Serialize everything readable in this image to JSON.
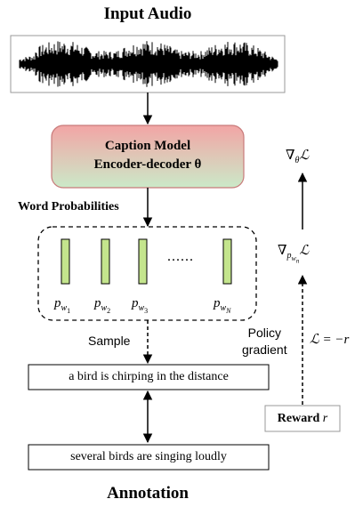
{
  "input_title": "Input Audio",
  "caption_model": {
    "line1": "Caption Model",
    "line2": "Encoder-decoder θ"
  },
  "word_prob_label": "Word Probabilities",
  "ellipsis": "......",
  "prob_labels": [
    "p_{w_1}",
    "p_{w_2}",
    "p_{w_3}",
    "p_{w_N}"
  ],
  "sample_label": "Sample",
  "generated_caption": "a bird is chirping in the distance",
  "annotation_caption": "several birds are singing loudly",
  "annotation_title": "Annotation",
  "policy_gradient_label": [
    "Policy",
    "gradient"
  ],
  "reward_label": "Reward r",
  "loss_eq": "ℒ = −r",
  "grad_p_label": "∇_{p_{w_n}} ℒ",
  "grad_theta_label": "∇_θ ℒ",
  "colors": {
    "model_top": "#f2a5a5",
    "model_bottom": "#c9e8c9",
    "prob_bar": "#c4e58d"
  }
}
